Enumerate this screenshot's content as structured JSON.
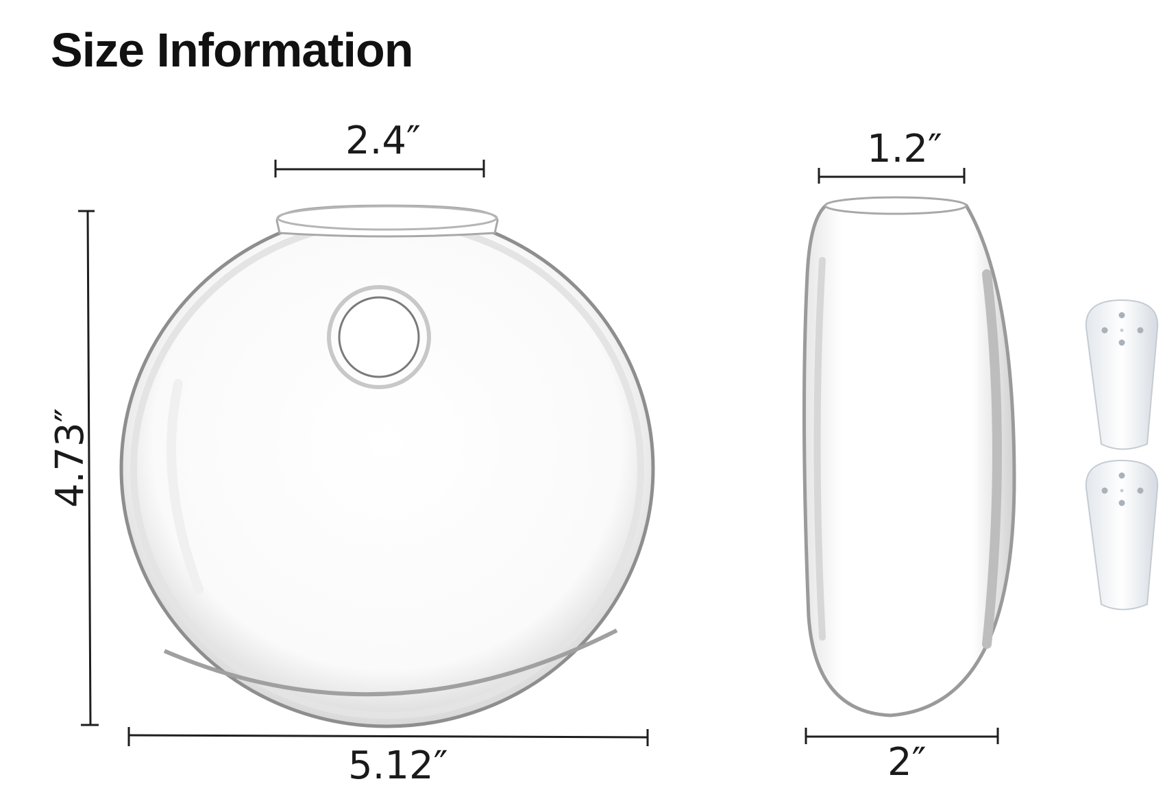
{
  "title": "Size Information",
  "front_view": {
    "top_opening": "2.4″",
    "height": "4.73″",
    "width": "5.12″"
  },
  "side_view": {
    "top_opening": "1.2″",
    "depth": "2″"
  },
  "accessories": {
    "hook_count": 2,
    "icon": "wall-hook-icon"
  },
  "colors": {
    "glass_edge": "#9a9a9a",
    "hook_fill": "#f4f6f8"
  }
}
